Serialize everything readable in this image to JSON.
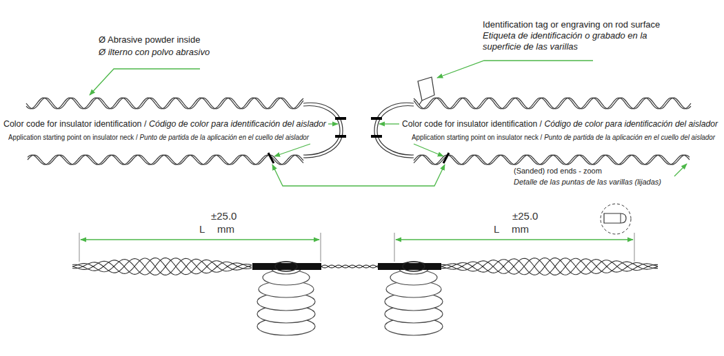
{
  "diagram": {
    "labels": [
      "Ø Abrasive powder inside",
      "Ø ilterno con polvo abrasivo",
      "Identification tag or engraving on rod surface",
      "Etiqueta de identificación o grabado en la superficie de las varillas",
      "Color code for insulator identification /",
      "Código de color para identificación del aislador",
      "Application starting point on insulator neck /",
      "Punto de partida de la aplicación en el cuello del aislador",
      "Color code for insulator identification /",
      "Código de color para identificación del aislador",
      "Application starting point on insulator neck /",
      "Punto de partida de la aplicación en el cuello del aislador",
      "(Sanded) rod ends - zoom",
      "Detalle de las puntas de las varillas (lijadas)",
      "±25.0",
      "L mm",
      "±25.0",
      "L mm"
    ]
  }
}
